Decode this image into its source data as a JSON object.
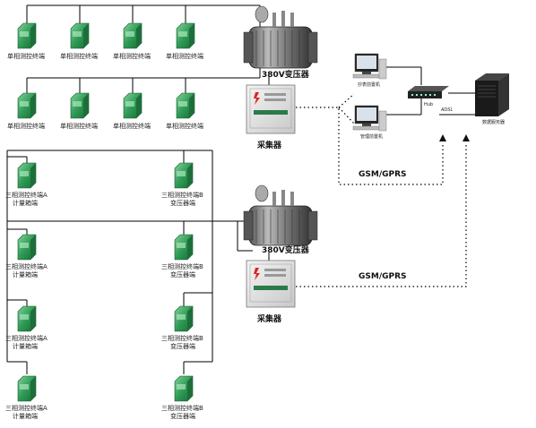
{
  "labels": {
    "single_meter": "单相测控终端",
    "three_meter_a": "三相测控终端A",
    "three_meter_b": "三相测控终端B",
    "meter_box_end": "计量箱端",
    "transformer_end": "变压器端",
    "transformer": "380V变压器",
    "collector": "采集器",
    "gsm": "GSM/GPRS",
    "param_pc": "抄表前置机",
    "manage_pc": "管理前置机",
    "hub": "Hub",
    "adsl": "ADSL",
    "data_server": "数据服务器"
  },
  "colors": {
    "meter_green": "#3a9a5a",
    "meter_dark": "#1f6b3a",
    "line": "#000000",
    "dotted": "#000000"
  }
}
